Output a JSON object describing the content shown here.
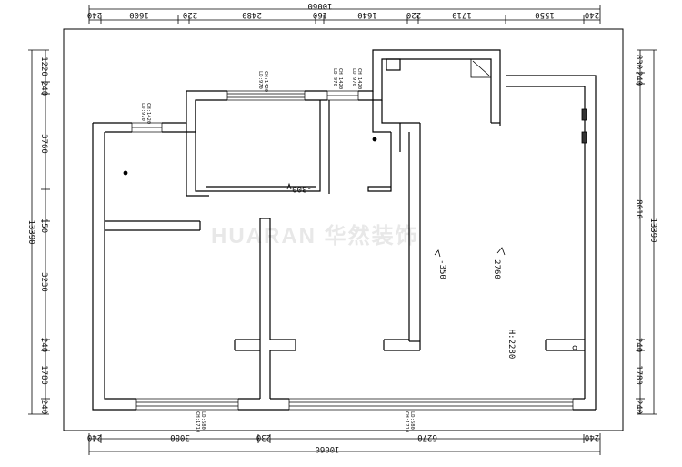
{
  "watermark": "HUARAN 华然装饰",
  "dimensions": {
    "top_total": "10060",
    "top_segments": [
      "240",
      "1600",
      "220",
      "2480",
      "160",
      "1640",
      "220",
      "1710",
      "1550",
      "240"
    ],
    "bottom_total": "10060",
    "bottom_segments": [
      "240",
      "3080",
      "230",
      "6270",
      "240"
    ],
    "left_total": "13390",
    "left_segments": [
      "1220",
      "240",
      "3760",
      "150",
      "3230",
      "240",
      "1780",
      "240"
    ],
    "right_total": "13390",
    "right_segments": [
      "830",
      "240",
      "8010",
      "240",
      "1780",
      "240"
    ]
  },
  "openings": {
    "window_top_left": [
      "LD:970",
      "CH:1420"
    ],
    "window_top_mid": [
      "LD:970",
      "CH:1420"
    ],
    "window_top_a": [
      "LD:970",
      "CH:1420"
    ],
    "window_top_b": [
      "LD:970",
      "CH:1420"
    ],
    "window_bottom_left": [
      "LD:680",
      "CH:1710"
    ],
    "window_bottom_right": [
      "LD:680",
      "CH:1710"
    ]
  },
  "annotations": {
    "level_300": "-300",
    "level_350": "-350",
    "level_2760": "2760",
    "ceiling_height": "H:2280"
  }
}
